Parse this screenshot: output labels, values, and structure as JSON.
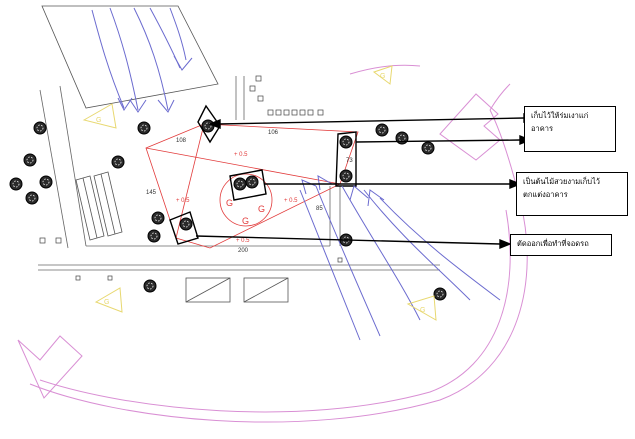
{
  "callouts": [
    {
      "line1": "เก็บไว้ให้ร่มเงาแก่",
      "line2": "อาคาร"
    },
    {
      "line1": "เป็นต้นไม้สวยงามเก็บไว้",
      "line2": "ตกแต่งอาคาร"
    },
    {
      "line1": "ตัดออกเพื่อทำที่จอดรถ",
      "line2": ""
    }
  ],
  "dimensions": {
    "top": "106",
    "top_left": "108",
    "left": "145",
    "right": "73",
    "right_lower": "85",
    "bottom": "200"
  },
  "levels": [
    "+ 0.5",
    "+ 0.5",
    "+ 0.5",
    "+ 0.5"
  ],
  "g_labels": [
    "G",
    "G",
    "G"
  ],
  "colors": {
    "wind": "#6b6bcf",
    "sun": "#d98fd4",
    "noise": "#e8d870",
    "site": "#e23b3b",
    "ink": "#000000"
  }
}
